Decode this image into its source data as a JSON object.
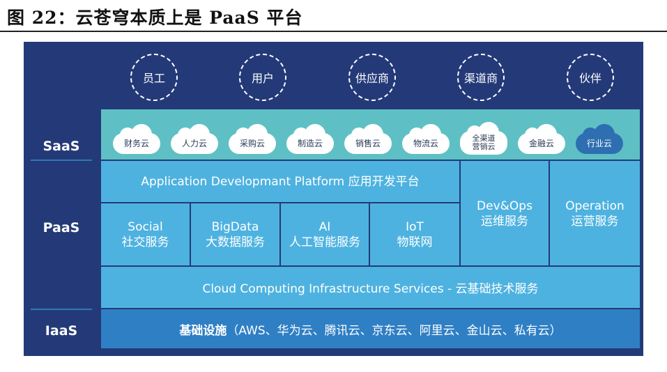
{
  "caption": "图 22：云苍穹本质上是 PaaS 平台",
  "users": [
    "员工",
    "用户",
    "供应商",
    "渠道商",
    "伙伴"
  ],
  "layers": {
    "saas": "SaaS",
    "paas": "PaaS",
    "iaas": "IaaS"
  },
  "saas_clouds": [
    {
      "label": "财务云",
      "highlight": false
    },
    {
      "label": "人力云",
      "highlight": false
    },
    {
      "label": "采购云",
      "highlight": false
    },
    {
      "label": "制造云",
      "highlight": false
    },
    {
      "label": "销售云",
      "highlight": false
    },
    {
      "label": "物流云",
      "highlight": false
    },
    {
      "line1": "全渠道",
      "line2": "营销云",
      "highlight": false
    },
    {
      "label": "金融云",
      "highlight": false
    },
    {
      "label": "行业云",
      "highlight": true
    }
  ],
  "paas": {
    "app_dev": "Application Developmant Platform  应用开发平台",
    "devops": {
      "en": "Dev&Ops",
      "zh": "运维服务"
    },
    "operation": {
      "en": "Operation",
      "zh": "运营服务"
    },
    "services": [
      {
        "en": "Social",
        "zh": "社交服务"
      },
      {
        "en": "BigData",
        "zh": "大数据服务"
      },
      {
        "en": "AI",
        "zh": "人工智能服务"
      },
      {
        "en": "IoT",
        "zh": "物联网"
      }
    ],
    "cloud_services": "Cloud Computing Infrastructure Services - 云基础技术服务"
  },
  "iaas": {
    "bold": "基础设施",
    "rest": "（AWS、华为云、腾讯云、京东云、阿里云、金山云、私有云）"
  },
  "colors": {
    "panel": "#243a78",
    "saas": "#5ec0c4",
    "paas": "#4eb2e0",
    "iaas": "#2f7fc4",
    "highlight": "#2d6fb1"
  }
}
